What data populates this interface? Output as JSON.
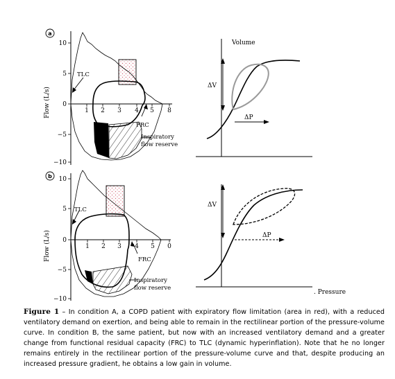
{
  "colors": {
    "ink": "#000000",
    "dots": "#d46a7a",
    "grey_loop": "#9a9a9a"
  },
  "panel_a": {
    "letter": "a",
    "flow_axis_label": "Flow (L/s)",
    "y_ticks": [
      "10",
      "5",
      "0",
      "−5",
      "−10"
    ],
    "x_ticks": [
      "1",
      "2",
      "3",
      "4",
      "5",
      "8"
    ],
    "label_tlc": "TLC",
    "label_frc": "FRC",
    "label_reserve_1": "Inspiratory",
    "label_reserve_2": "flow reserve",
    "pv_volume_label": "Volume",
    "pv_dv_label": "ΔV",
    "pv_dp_label": "ΔP"
  },
  "panel_b": {
    "letter": "b",
    "flow_axis_label": "Flow (L/s)",
    "y_ticks": [
      "10",
      "5",
      "0",
      "−5",
      "−10"
    ],
    "x_ticks": [
      "1",
      "2",
      "3",
      "4",
      "5",
      "0"
    ],
    "label_tlc": "TLC",
    "label_frc": "FRC",
    "label_reserve_1": "Inspiratory",
    "label_reserve_2": "flow reserve",
    "pv_dv_label": "ΔV",
    "pv_dp_label": "ΔP",
    "pv_pressure_label": ". Pressure"
  },
  "caption": {
    "figure_label": "Figure 1",
    "text": " – In condition A, a COPD patient with expiratory flow limitation (area in red), with a reduced ventilatory demand on exertion, and being able to remain in the rectilinear portion of the pressure-volume curve. In condition B, the same patient, but now with an increased ventilatory demand and a greater change from functional residual capacity (FRC) to TLC (dynamic hyperinflation). Note that he no longer remains entirely in the rectilinear portion of the pressure-volume curve and that, despite producing an increased pressure gradient, he obtains a low gain in volume."
  }
}
